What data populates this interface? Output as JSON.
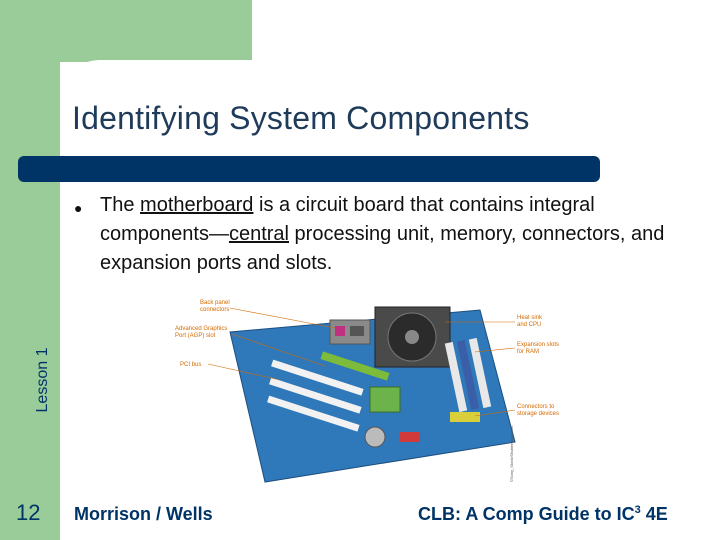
{
  "slide": {
    "title": "Identifying System Components",
    "bullet_parts": [
      "The ",
      "motherboard",
      " is a circuit board that contains integral components—",
      "central",
      " processing unit, memory, connectors, and expansion ports and slots."
    ],
    "side_label": "Lesson 1",
    "page_number": "12",
    "footer_left": "Morrison / Wells",
    "footer_right_main": "CLB: A Comp Guide to IC",
    "footer_right_sup": "3",
    "footer_right_tail": " 4E"
  },
  "image": {
    "callouts_left": [
      "Back panel",
      "connectors",
      "Advanced Graphics",
      "Port (AGP) slot",
      "PCI bus"
    ],
    "callouts_right": [
      "Heat sink",
      "and CPU",
      "Expansion slots",
      "for RAM",
      "Connectors to",
      "storage devices"
    ],
    "credit": "©Sony_Stock/Shutterstock.com"
  },
  "colors": {
    "green": "#99cc99",
    "navy": "#003366",
    "callout": "#d46a00"
  }
}
